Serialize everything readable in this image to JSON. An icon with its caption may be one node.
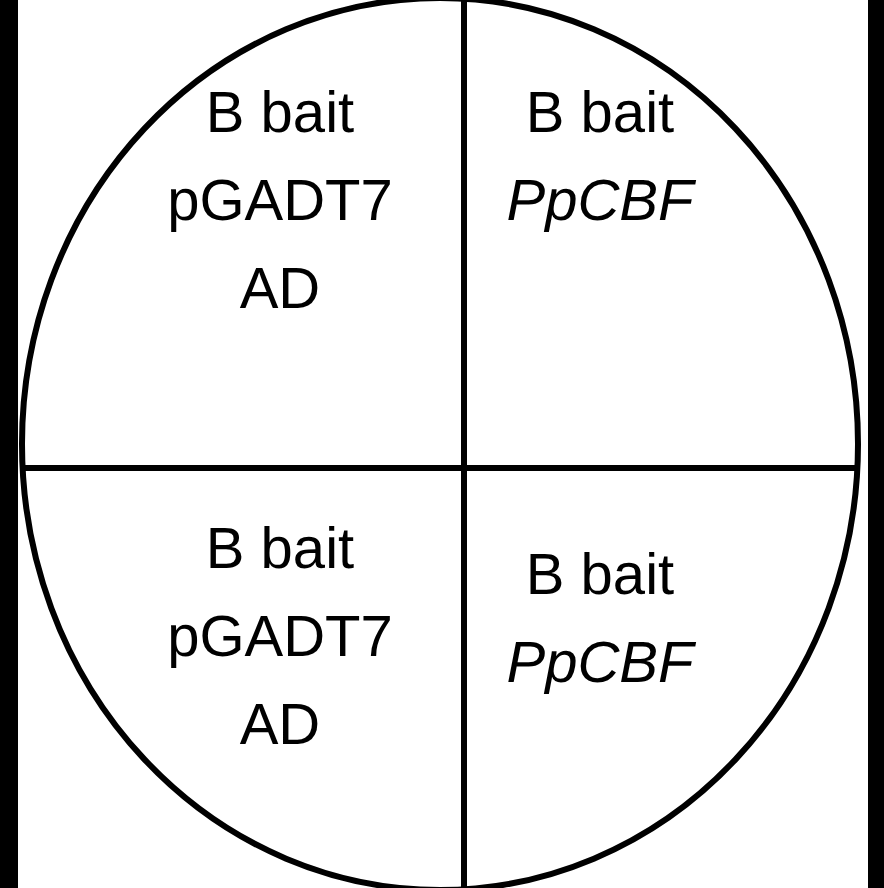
{
  "diagram": {
    "nodes": [
      {
        "text": [],
        "shape": "circle"
      },
      {
        "text": [
          "B bait pGADT7 AD"
        ],
        "in": 0
      },
      {
        "text": [
          "B bait *PpCBF*"
        ],
        "in": 0
      },
      {
        "text": [
          "B bait pGADT7 AD"
        ],
        "in": 0
      },
      {
        "text": [
          "B bait *PpCBF*"
        ],
        "in": 0
      }
    ]
  }
}
